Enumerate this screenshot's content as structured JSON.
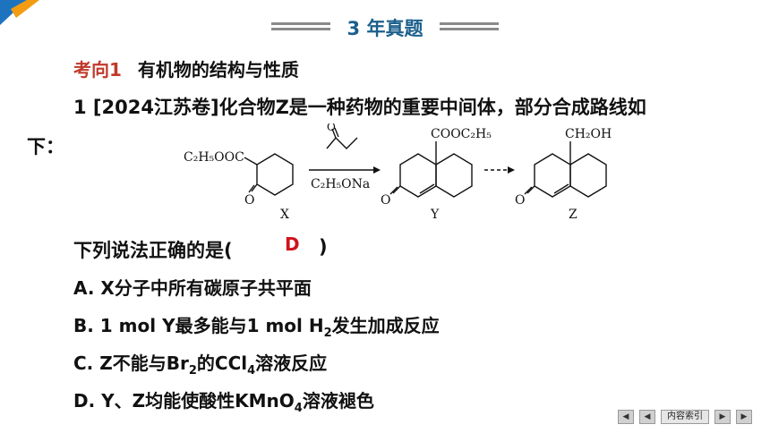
{
  "header": {
    "title": "3 年真题"
  },
  "section": {
    "label": "考向1",
    "title": "有机物的结构与性质"
  },
  "question": {
    "line1": "1 [2024江苏卷]化合物Z是一种药物的重要中间体，部分合成路线如",
    "line2": "下：",
    "prompt_text": "下列说法正确的是(",
    "prompt_close": ")",
    "answer": "D"
  },
  "scheme": {
    "x_substituent": "C₂H₅OOC",
    "x_label": "X",
    "reagent": "C₂H₅ONa",
    "y_substituent": "COOC₂H₅",
    "y_label": "Y",
    "z_substituent": "CH₂OH",
    "z_label": "Z"
  },
  "options": {
    "a": "A. X分子中所有碳原子共平面",
    "b_pre": "B. 1 mol Y最多能与1 mol H",
    "b_sub": "2",
    "b_post": "发生加成反应",
    "c_pre": "C. Z不能与Br",
    "c_sub1": "2",
    "c_mid": "的CCl",
    "c_sub2": "4",
    "c_post": "溶液反应",
    "d_pre": "D. Y、Z均能使酸性KMnO",
    "d_sub": "4",
    "d_post": "溶液褪色"
  },
  "nav": {
    "index_label": "内容索引"
  },
  "colors": {
    "accent": "#1b5f8c",
    "section_label": "#c0392b",
    "answer": "#d0121b"
  }
}
